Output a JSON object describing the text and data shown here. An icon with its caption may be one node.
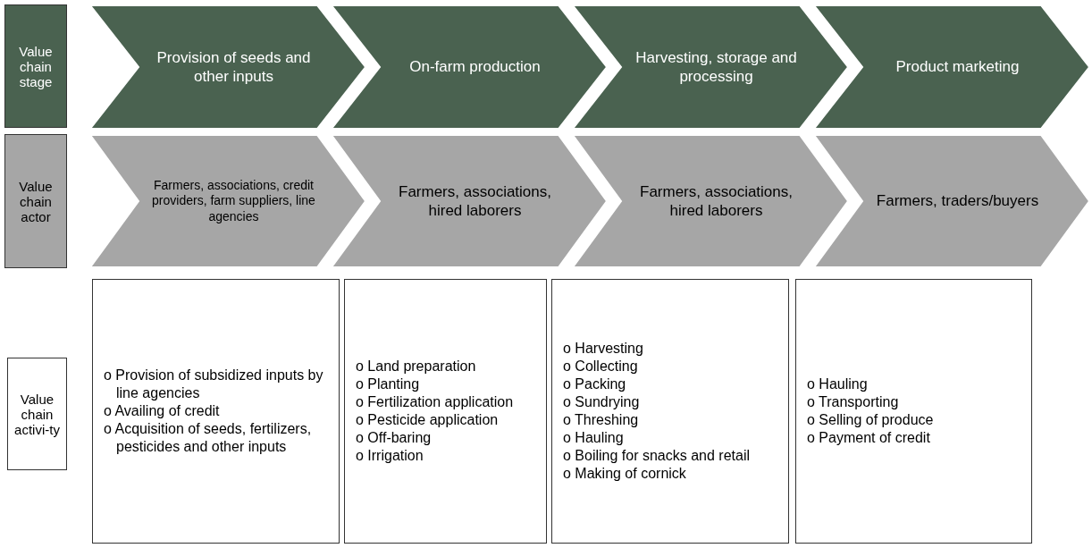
{
  "diagram": {
    "nodes": [
      {
        "text": [
          "Value chain stage"
        ]
      },
      {
        "text": [
          "Provision of seeds and other inputs"
        ]
      },
      {
        "text": [
          "On-farm production"
        ]
      },
      {
        "text": [
          "Harvesting, storage and processing"
        ]
      },
      {
        "text": [
          "Product marketing"
        ]
      },
      {
        "text": [
          "Value chain actor"
        ]
      },
      {
        "text": [
          "Farmers, associations, credit providers, farm suppliers, line agencies"
        ]
      },
      {
        "text": [
          "Farmers, associations, hired laborers"
        ]
      },
      {
        "text": [
          "Farmers, associations, hired laborers"
        ]
      },
      {
        "text": [
          "Farmers, traders/buyers"
        ]
      },
      {
        "text": [
          "Value chain activi-ty"
        ]
      },
      {
        "text": [
          "o Provision of subsidized inputs by line agencies",
          "o Availing of credit",
          "o Acquisition of seeds, fertilizers, pesticides and other inputs"
        ]
      },
      {
        "text": [
          "o Land preparation",
          "o Planting",
          "o Fertilization application",
          "o Pesticide application",
          "o Off-baring",
          "o Irrigation"
        ]
      },
      {
        "text": [
          "o Harvesting",
          "o Collecting",
          "o Packing",
          "o Sundrying",
          "o Threshing",
          "o Hauling",
          "o Boiling for snacks and retail",
          "o Making of cornick"
        ]
      },
      {
        "text": [
          "o Hauling",
          "o Transporting",
          "o Selling of produce",
          "o Payment of credit"
        ]
      }
    ],
    "edges": []
  }
}
